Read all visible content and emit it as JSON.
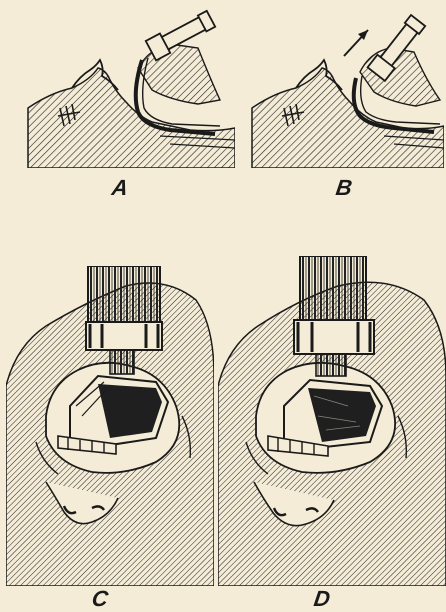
{
  "figure": {
    "panels": [
      {
        "id": "A",
        "label": "A"
      },
      {
        "id": "B",
        "label": "B"
      },
      {
        "id": "C",
        "label": "C"
      },
      {
        "id": "D",
        "label": "D"
      }
    ],
    "colors": {
      "paper": "#f4ecd6",
      "ink": "#1a1a1a",
      "shade": "#2b2b2b"
    }
  }
}
